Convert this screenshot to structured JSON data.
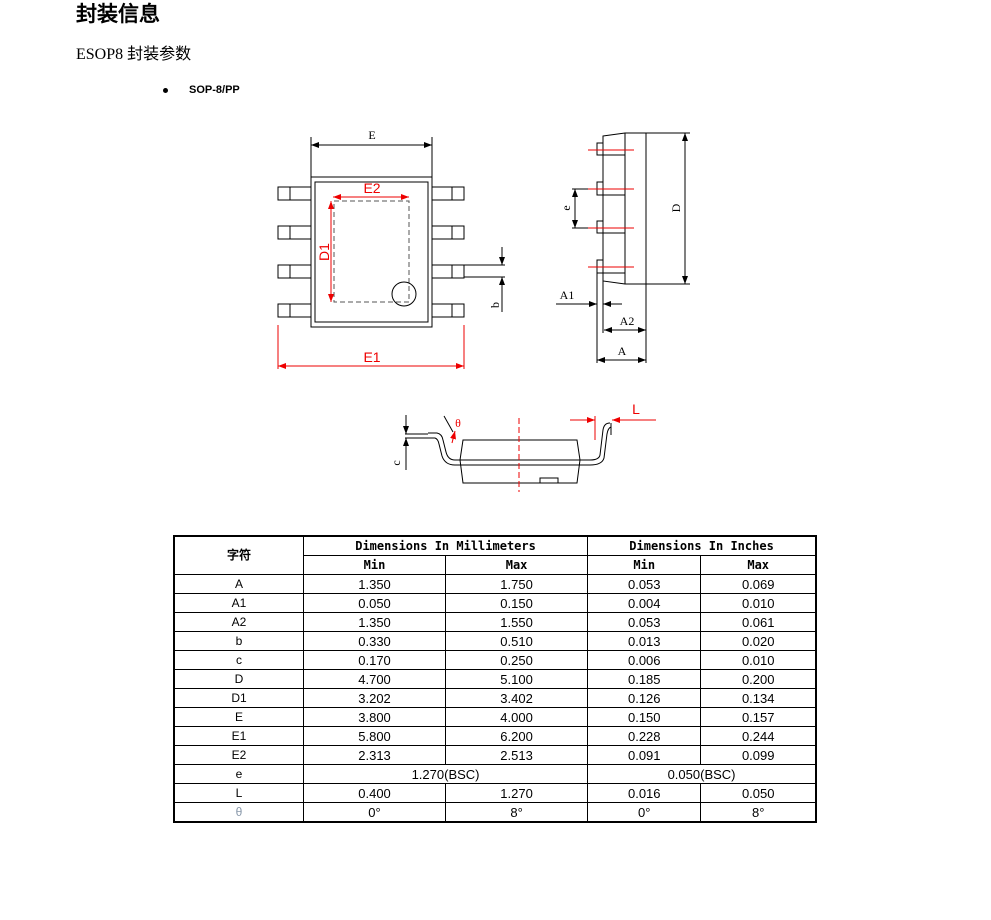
{
  "title": "封装信息",
  "subtitle": "ESOP8 封装参数",
  "package_name": "SOP-8/PP",
  "drawing_labels": {
    "E": "E",
    "E1": "E1",
    "E2": "E2",
    "D1": "D1",
    "b": "b",
    "e": "e",
    "D": "D",
    "A1": "A1",
    "A2": "A2",
    "A": "A",
    "c": "c",
    "theta": "θ",
    "L": "L"
  },
  "table": {
    "symbol_header": "字符",
    "mm_header": "Dimensions In Millimeters",
    "inch_header": "Dimensions In Inches",
    "min": "Min",
    "max": "Max",
    "rows": [
      {
        "sym": "A",
        "mm_min": "1.350",
        "mm_max": "1.750",
        "in_min": "0.053",
        "in_max": "0.069"
      },
      {
        "sym": "A1",
        "mm_min": "0.050",
        "mm_max": "0.150",
        "in_min": "0.004",
        "in_max": "0.010"
      },
      {
        "sym": "A2",
        "mm_min": "1.350",
        "mm_max": "1.550",
        "in_min": "0.053",
        "in_max": "0.061"
      },
      {
        "sym": "b",
        "mm_min": "0.330",
        "mm_max": "0.510",
        "in_min": "0.013",
        "in_max": "0.020"
      },
      {
        "sym": "c",
        "mm_min": "0.170",
        "mm_max": "0.250",
        "in_min": "0.006",
        "in_max": "0.010"
      },
      {
        "sym": "D",
        "mm_min": "4.700",
        "mm_max": "5.100",
        "in_min": "0.185",
        "in_max": "0.200"
      },
      {
        "sym": "D1",
        "mm_min": "3.202",
        "mm_max": "3.402",
        "in_min": "0.126",
        "in_max": "0.134"
      },
      {
        "sym": "E",
        "mm_min": "3.800",
        "mm_max": "4.000",
        "in_min": "0.150",
        "in_max": "0.157"
      },
      {
        "sym": "E1",
        "mm_min": "5.800",
        "mm_max": "6.200",
        "in_min": "0.228",
        "in_max": "0.244"
      },
      {
        "sym": "E2",
        "mm_min": "2.313",
        "mm_max": "2.513",
        "in_min": "0.091",
        "in_max": "0.099"
      }
    ],
    "e_row": {
      "sym": "e",
      "mm": "1.270(BSC)",
      "in": "0.050(BSC)"
    },
    "L_row": {
      "sym": "L",
      "mm_min": "0.400",
      "mm_max": "1.270",
      "in_min": "0.016",
      "in_max": "0.050"
    },
    "theta_row": {
      "sym": "θ",
      "mm_min": "0°",
      "mm_max": "8°",
      "in_min": "0°",
      "in_max": "8°"
    }
  }
}
